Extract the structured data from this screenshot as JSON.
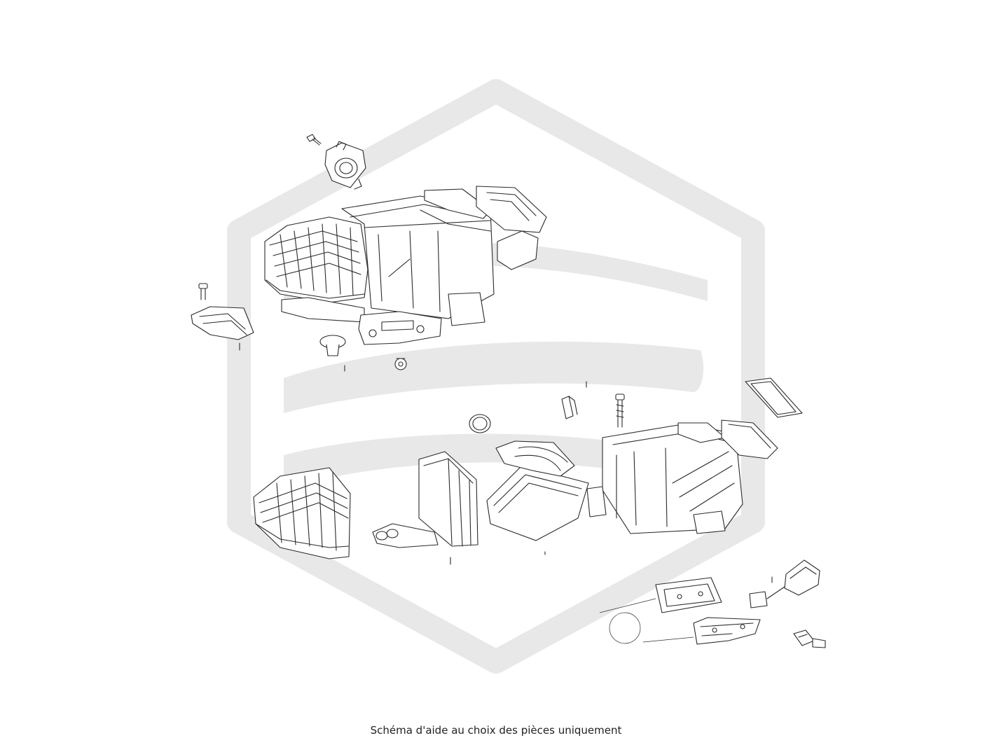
{
  "caption": "Schéma d'aide au choix des pièces uniquement",
  "colors": {
    "background": "#ffffff",
    "watermark": "#e8e8e8",
    "line_art": "#2a2a2a",
    "caption_text": "#222222"
  },
  "watermark": {
    "type": "hexagon-logo",
    "description_name": "brand-logo-watermark"
  },
  "parts": [
    {
      "name": "actuator-motor-top"
    },
    {
      "name": "screw-top"
    },
    {
      "name": "hvac-housing-assembly"
    },
    {
      "name": "bracket-left"
    },
    {
      "name": "bolt-left"
    },
    {
      "name": "clip-push"
    },
    {
      "name": "screw-small"
    },
    {
      "name": "o-ring"
    },
    {
      "name": "clamp-clip"
    },
    {
      "name": "bolt-long"
    },
    {
      "name": "filter-frame"
    },
    {
      "name": "hvac-housing-bare"
    },
    {
      "name": "blower-housing"
    },
    {
      "name": "evaporator-core"
    },
    {
      "name": "heater-core"
    },
    {
      "name": "mounting-bracket-upper"
    },
    {
      "name": "mounting-bracket-lower"
    },
    {
      "name": "actuator-small"
    },
    {
      "name": "sensor-connector"
    }
  ]
}
